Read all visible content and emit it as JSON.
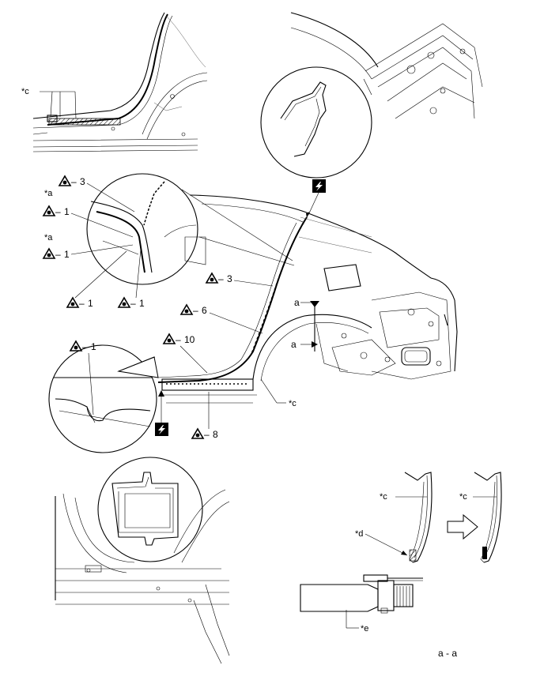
{
  "callouts": {
    "c_top": "*c",
    "a1": "*a",
    "a2": "*a",
    "c_mid": "*c",
    "c_right1": "*c",
    "c_right2": "*c",
    "d": "*d",
    "e": "*e"
  },
  "torque_marks": {
    "m3_top": "3",
    "m1_a": "1",
    "m1_b": "1",
    "m1_c": "1",
    "m1_d": "1",
    "m3_mid": "3",
    "m6": "6",
    "m10": "10",
    "m8": "8",
    "m1_detail": "1"
  },
  "section_arrows": {
    "upper": "a",
    "lower": "a"
  },
  "section_label": "a - a",
  "icons": [
    "seal-marker-icon",
    "lightning-icon",
    "arrow-right-icon"
  ]
}
